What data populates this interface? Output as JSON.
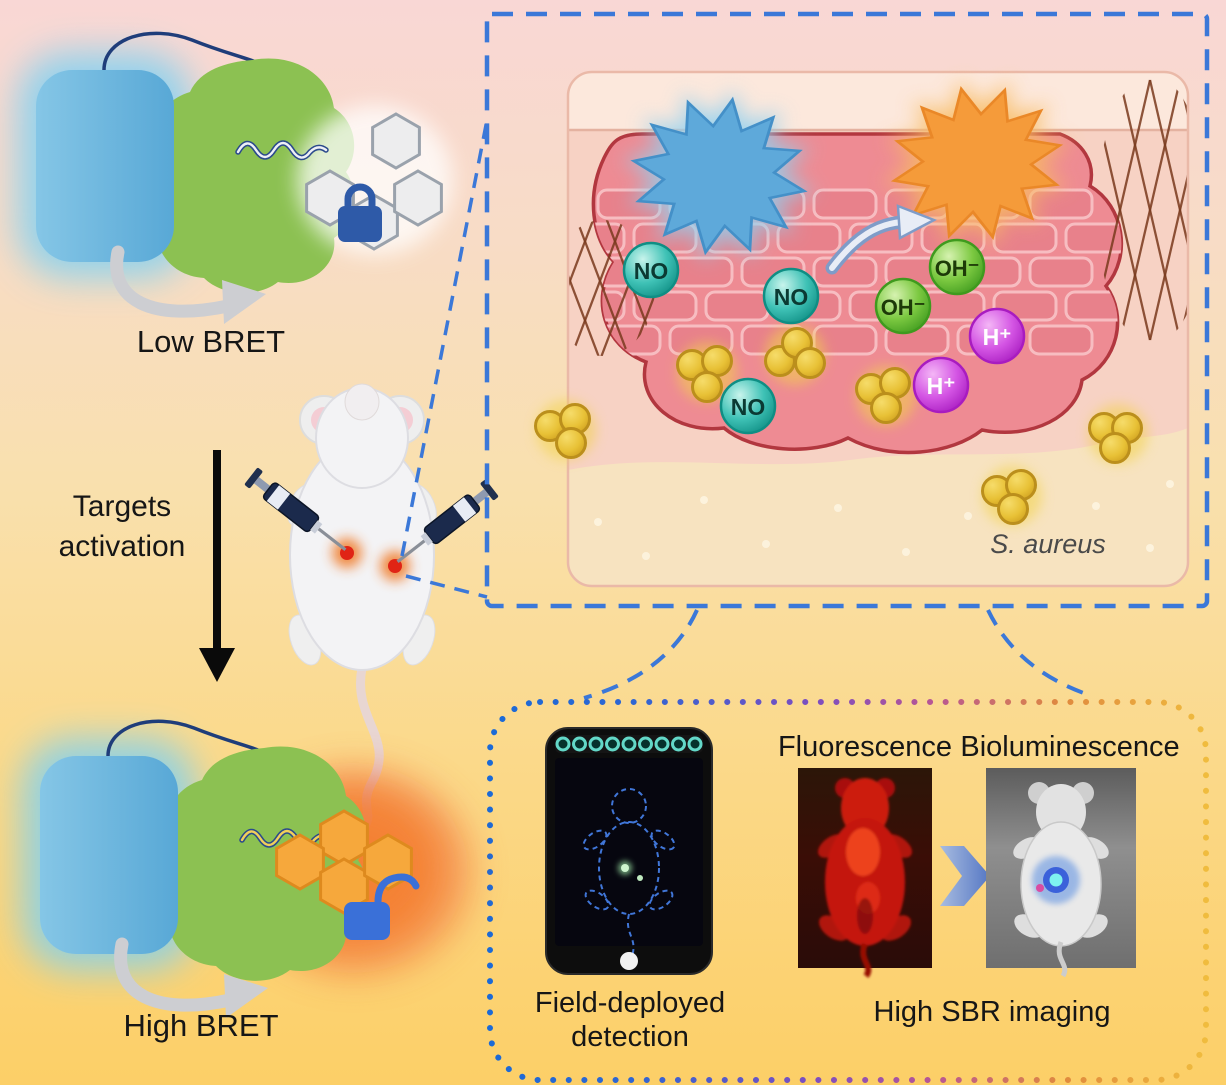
{
  "colors": {
    "background_top": "#f8d6d3",
    "background_bottom": "#fcd26e",
    "dashed_box_blue": "#3b78d8",
    "dotted_box_gradient": [
      "#1f6fd8",
      "#8a4ab8",
      "#f0bc3e"
    ],
    "protein_blue": "#6ab4dc",
    "protein_green": "#8cc152",
    "hexagon_gray": "#ededee",
    "hexagon_orange": "#f6a83c",
    "lock_blue": "#2e5aa8",
    "no_teal": "#2fb9ae",
    "oh_green": "#72c13e",
    "h_magenta": "#d14fe0",
    "bacteria_gold": "#eac738",
    "starburst_blue": "#5ea9da",
    "starburst_orange": "#f59b3a"
  },
  "icons": {
    "lock_closed": "closed-padlock",
    "lock_open": "open-padlock",
    "syringe": "syringe",
    "smartphone": "smartphone",
    "down_arrow": "down-arrow",
    "chevron_right": "chevron-right"
  },
  "left_panel": {
    "low_bret": "Low BRET",
    "activation_line1": "Targets",
    "activation_line2": "activation",
    "high_bret": "High BRET"
  },
  "tissue_panel": {
    "s_aureus": "S. aureus",
    "ions": [
      {
        "label": "NO"
      },
      {
        "label": "NO"
      },
      {
        "label": "NO"
      },
      {
        "label": "OH⁻"
      },
      {
        "label": "OH⁻"
      },
      {
        "label": "H⁺"
      },
      {
        "label": "H⁺"
      }
    ]
  },
  "detection_panel": {
    "field_line1": "Field-deployed",
    "field_line2": "detection",
    "fluorescence": "Fluorescence",
    "bioluminescence": "Bioluminescence",
    "high_sbr": "High SBR imaging"
  }
}
